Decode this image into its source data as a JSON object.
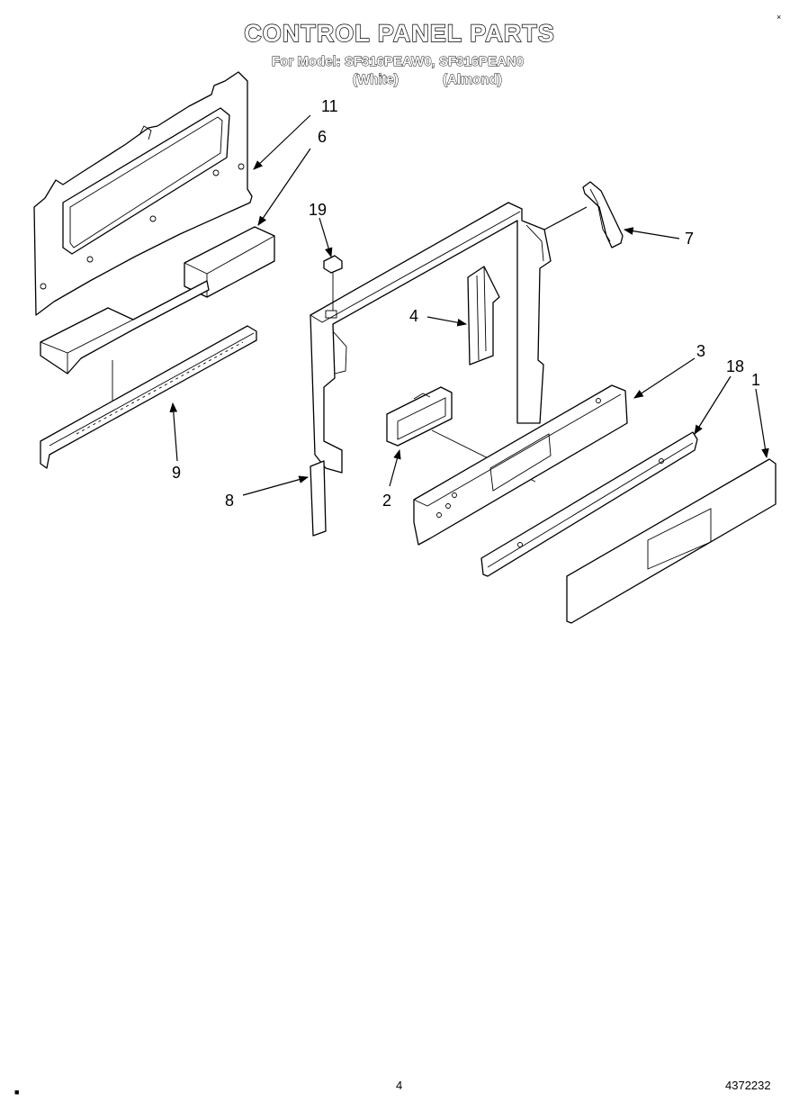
{
  "header": {
    "title": "CONTROL PANEL PARTS",
    "model_line": "For Model: SF316PEAW0, SF316PEAN0",
    "variant_white": "(White)",
    "variant_almond": "(Almond)"
  },
  "callouts": [
    {
      "label": "11"
    },
    {
      "label": "6"
    },
    {
      "label": "19"
    },
    {
      "label": "7"
    },
    {
      "label": "4"
    },
    {
      "label": "3"
    },
    {
      "label": "18"
    },
    {
      "label": "1"
    },
    {
      "label": "9"
    },
    {
      "label": "2"
    },
    {
      "label": "8"
    }
  ],
  "footer": {
    "page_number": "4",
    "doc_number": "4372232"
  }
}
